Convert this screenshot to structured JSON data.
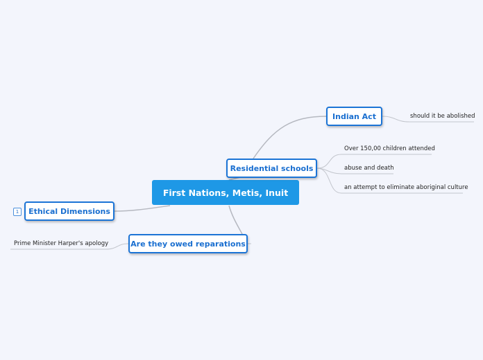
{
  "map": {
    "root": {
      "label": "First Nations, Metis, Inuit"
    },
    "topics": {
      "residential_schools": {
        "label": "Residential schools",
        "children": [
          "Over 150,00 children attended",
          "abuse and death",
          "an attempt to eliminate aboriginal culture"
        ]
      },
      "indian_act": {
        "label": "Indian Act",
        "children": [
          "should it be abolished"
        ]
      },
      "ethical_dimensions": {
        "label": "Ethical Dimensions",
        "collapsed_count": "1"
      },
      "reparations": {
        "label": "Are they owed reparations",
        "children": [
          "Prime Minister Harper's apology"
        ]
      }
    }
  },
  "colors": {
    "background": "#f3f5fc",
    "root_fill": "#1e98e6",
    "topic_border": "#1b74d6",
    "topic_text": "#1a6fd0",
    "connector": "#b5b8c0"
  }
}
